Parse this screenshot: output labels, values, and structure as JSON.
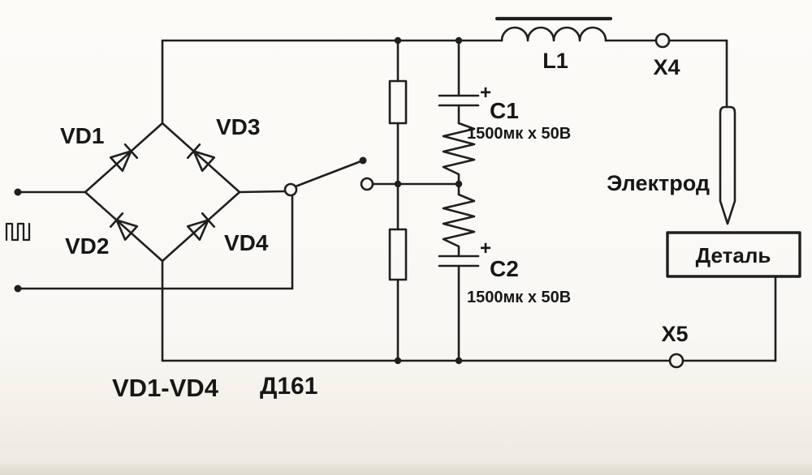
{
  "colors": {
    "paper": "#faf8f4",
    "ink": "#1f1f1f"
  },
  "icons": {
    "input_waveform": "pulse-train-icon"
  },
  "diodes": {
    "vd1": "VD1",
    "vd3": "VD3",
    "vd2": "VD2",
    "vd4": "VD4"
  },
  "bridge": {
    "designator": "VD1-VD4",
    "model": "Д161"
  },
  "inductor": {
    "label": "L1"
  },
  "capacitors": {
    "c1": {
      "label": "C1",
      "plus": "+",
      "value": "1500мк x 50В"
    },
    "c2": {
      "label": "C2",
      "plus": "+",
      "value": "1500мк x 50В"
    }
  },
  "terminals": {
    "x4": "X4",
    "x5": "X5"
  },
  "output": {
    "electrode": "Электрод",
    "workpiece": "Деталь"
  }
}
